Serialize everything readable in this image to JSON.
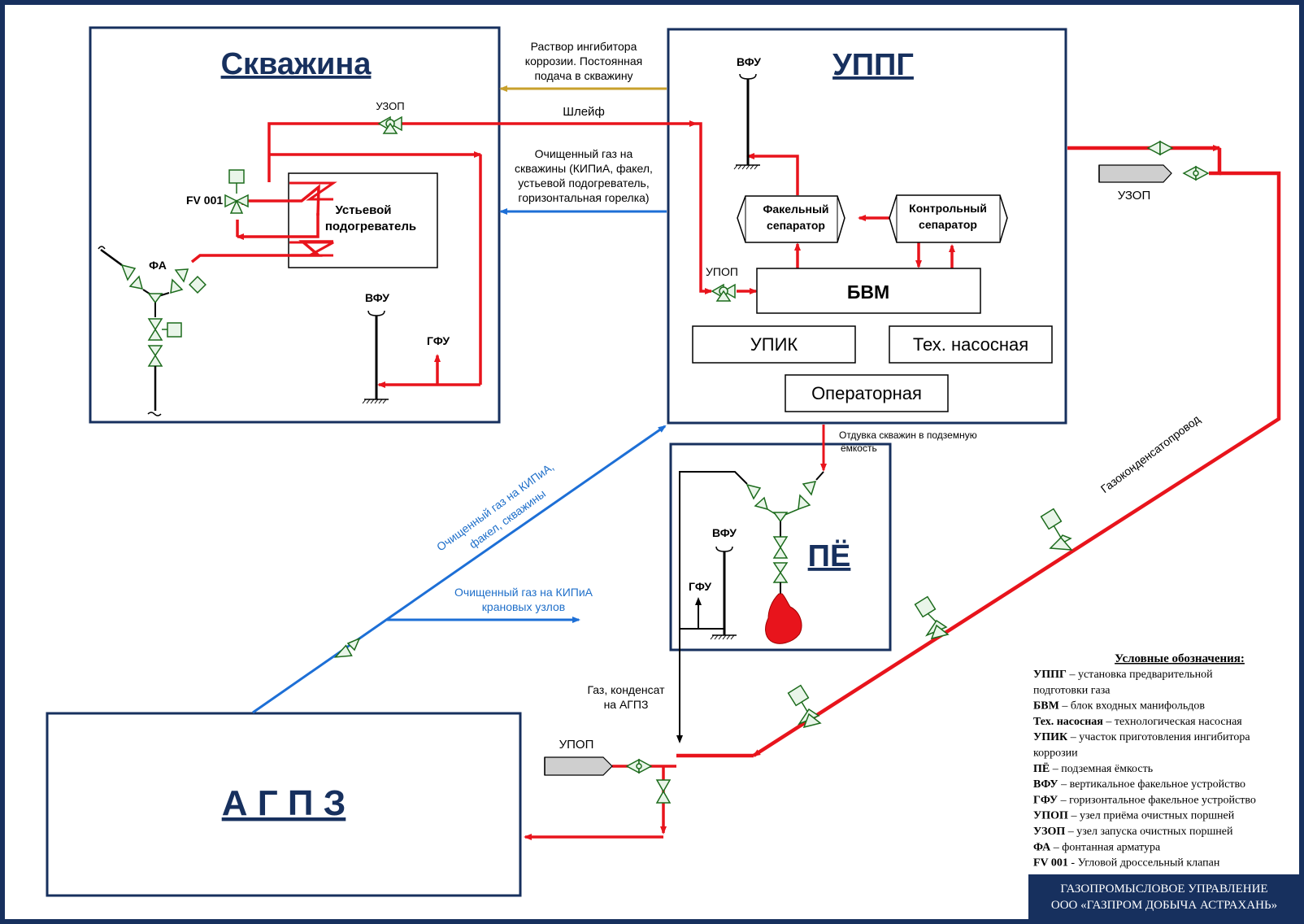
{
  "colors": {
    "frame": "#17305e",
    "red_line": "#e8141c",
    "blue_line": "#1d6fd6",
    "inhibitor_line": "#c8a02c",
    "valve": "#1c6b1c",
    "blue_text": "#1f6fc9",
    "footer_bg": "#17305e",
    "footer_text": "#ffffff"
  },
  "blocks": {
    "well": {
      "title": "Скважина",
      "heater_label": [
        "Устьевой",
        "подогреватель"
      ],
      "fv_label": "FV 001",
      "fa_label": "ФА",
      "uzop_label": "УЗОП",
      "vfu_label": "ВФУ",
      "gfu_label": "ГФУ"
    },
    "uppg": {
      "title": "УППГ",
      "vfu_label": "ВФУ",
      "flare_separator": [
        "Факельный",
        "сепаратор"
      ],
      "control_separator": [
        "Контрольный",
        "сепаратор"
      ],
      "upop_label": "УПОП",
      "bvm": "БВМ",
      "upik": "УПИК",
      "pump": "Тех. насосная",
      "operator": "Операторная"
    },
    "pe": {
      "title": "ПЁ",
      "vfu_label": "ВФУ",
      "gfu_label": "ГФУ"
    },
    "agpz": {
      "title": "А Г П З",
      "upop_label": "УПОП"
    }
  },
  "flows": {
    "inhibitor": [
      "Раствор ингибитора",
      "коррозии. Постоянная",
      "подача в скважину"
    ],
    "shleif": "Шлейф",
    "clean_gas": [
      "Очищенный газ на",
      "скважины (КИПиА, факел,",
      "устьевой подогреватель,",
      "горизонтальная горелка)"
    ],
    "blowdown": [
      "Отдувка скважин в подземную",
      "ёмкость"
    ],
    "clean_gas_diag": [
      "Очищенный газ на КИПиА,",
      "факел, скважины"
    ],
    "clean_gas_valves": [
      "Очищенный газ на КИПиА",
      "крановых узлов"
    ],
    "gas_condensate": [
      "Газ, конденсат",
      "на АГПЗ"
    ],
    "pipeline": "Газоконденсатопровод",
    "uzop_right": "УЗОП"
  },
  "legend": {
    "title": "Условные обозначения:",
    "items": [
      {
        "term": "УППГ",
        "dash": " – ",
        "desc": "установка предварительной"
      },
      {
        "term": "",
        "dash": "",
        "desc": "подготовки газа"
      },
      {
        "term": "БВМ",
        "dash": " – ",
        "desc": "блок входных манифольдов"
      },
      {
        "term": "Тех. насосная",
        "dash": " – ",
        "desc": "технологическая насосная"
      },
      {
        "term": "УПИК",
        "dash": " – ",
        "desc": "участок приготовления ингибитора"
      },
      {
        "term": "",
        "dash": "",
        "desc": "коррозии"
      },
      {
        "term": "ПЁ",
        "dash": " – ",
        "desc": "подземная ёмкость"
      },
      {
        "term": "ВФУ",
        "dash": " – ",
        "desc": "вертикальное факельное устройство"
      },
      {
        "term": "ГФУ",
        "dash": " – ",
        "desc": "горизонтальное факельное устройство"
      },
      {
        "term": "УПОП",
        "dash": " – ",
        "desc": "узел приёма очистных поршней"
      },
      {
        "term": "УЗОП",
        "dash": " – ",
        "desc": "узел запуска очистных поршней"
      },
      {
        "term": "ФА",
        "dash": " – ",
        "desc": "фонтанная арматура"
      },
      {
        "term": "FV 001",
        "dash": " - ",
        "desc": "Угловой дроссельный клапан"
      }
    ]
  },
  "footer": [
    "ГАЗОПРОМЫСЛОВОЕ УПРАВЛЕНИЕ",
    "ООО «ГАЗПРОМ ДОБЫЧА АСТРАХАНЬ»"
  ]
}
